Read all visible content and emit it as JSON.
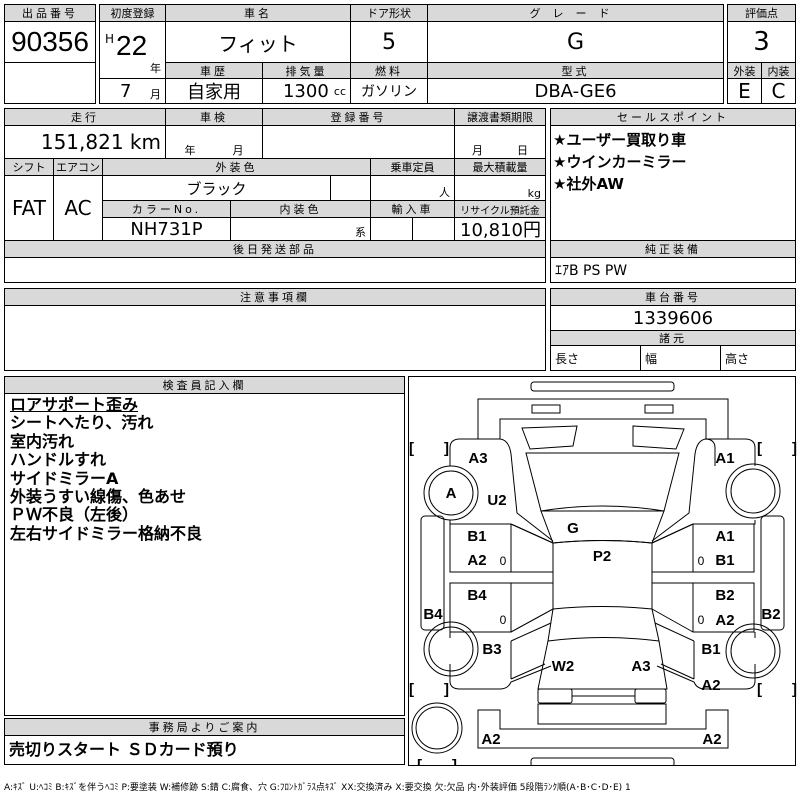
{
  "header": {
    "lot_label": "出品番号",
    "lot_no": "90356",
    "first_reg_label": "初度登録",
    "era": "H",
    "year": "22",
    "year_unit": "年",
    "month": "7",
    "month_unit": "月",
    "car_name_label": "車名",
    "car_name": "フィット",
    "door_label": "ドア形状",
    "doors": "5",
    "grade_label": "グレード",
    "grade": "G",
    "score_label": "評価点",
    "score": "3",
    "history_label": "車歴",
    "history": "自家用",
    "displacement_label": "排気量",
    "displacement": "1300",
    "displacement_unit": "cc",
    "fuel_label": "燃料",
    "fuel": "ガソリン",
    "model_label": "型式",
    "model": "DBA-GE6",
    "exterior_label": "外装",
    "exterior": "E",
    "interior_label": "内装",
    "interior": "C"
  },
  "details": {
    "mileage_label": "走行",
    "mileage": "151,821 km",
    "inspection_label": "車検",
    "inspection_year": "年",
    "inspection_month": "月",
    "reg_no_label": "登録番号",
    "transfer_label": "譲渡書類期限",
    "transfer_month": "月",
    "transfer_day": "日",
    "shift_label": "シフト",
    "shift": "FAT",
    "ac_label": "エアコン",
    "ac": "AC",
    "color_label": "外装色",
    "color": "ブラック",
    "capacity_label": "乗車定員",
    "capacity_unit": "人",
    "load_label": "最大積載量",
    "load_unit": "kg",
    "color_no_label": "カラーNo.",
    "color_no": "NH731P",
    "int_color_label": "内装色",
    "int_color_unit": "系",
    "import_label": "輸入車",
    "recycle_label": "リサイクル預託金",
    "recycle": "10,810円",
    "later_parts_label": "後日発送部品"
  },
  "sales_points": {
    "label": "セールスポイント",
    "items": [
      "★ユーザー買取り車",
      "★ウインカーミラー",
      "★社外AW"
    ]
  },
  "equipment": {
    "label": "純正装備",
    "value": "ｴｱB PS PW"
  },
  "notes_section": {
    "label": "注意事項欄"
  },
  "chassis": {
    "label": "車台番号",
    "value": "1339606",
    "spec_label": "諸元",
    "length": "長さ",
    "width": "幅",
    "height": "高さ"
  },
  "inspector": {
    "label": "検査員記入欄",
    "lines": [
      "ロアサポート歪み",
      "シートへたり、汚れ",
      "室内汚れ",
      "ハンドルすれ",
      "サイドミラーA",
      "外装うすい線傷、色あせ",
      "ＰＷ不良（左後）",
      "左右サイドミラー格納不良"
    ]
  },
  "office": {
    "label": "事務局よりご案内",
    "value": "売切りスタート ＳＤカード預り"
  },
  "diagram": {
    "marks": [
      "A3",
      "A",
      "U2",
      "G",
      "P2",
      "B1",
      "A2",
      "0",
      "B4",
      "0",
      "B4",
      "B3",
      "W2",
      "A3",
      "A1",
      "A1",
      "0",
      "B1",
      "B2",
      "0",
      "A2",
      "B2",
      "B1",
      "A2",
      "A2",
      "A2"
    ],
    "bracket": "[　　]"
  },
  "legend": "A:ｷｽﾞ U:ﾍｺﾐ B:ｷｽﾞを伴うﾍｺﾐ P:要塗装 W:補修跡 S:錆 C:腐食、穴 G:ﾌﾛﾝﾄｶﾞﾗｽ点ｷｽﾞ XX:交換済み X:要交換 欠:欠品 内･外装評価 5段階ﾗﾝｸ順(A･B･C･D･E) 1"
}
